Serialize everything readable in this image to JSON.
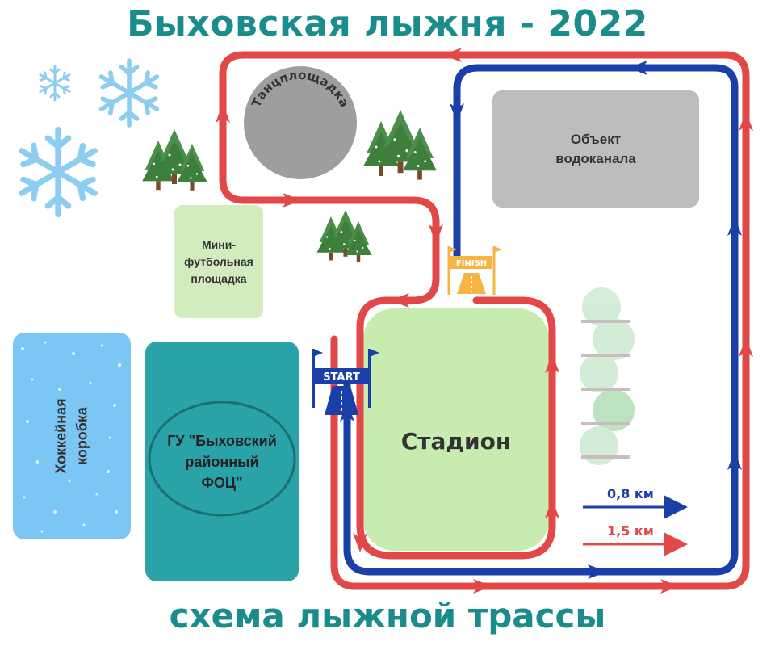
{
  "title": "Быховская лыжня - 2022",
  "subtitle": "схема лыжной трассы",
  "zones": {
    "water_object": {
      "line1": "Объект",
      "line2": "водоканала"
    },
    "mini_football": {
      "line1": "Мини-",
      "line2": "футбольная",
      "line3": "площадка"
    },
    "hockey_box": {
      "line1": "Хоккейная",
      "line2": "коробка"
    },
    "foc": {
      "line1": "ГУ \"Быховский",
      "line2": "районный",
      "line3": "ФОЦ\""
    },
    "stadium": "Стадион",
    "dance_floor": "Танцплощадка"
  },
  "signs": {
    "start": "START",
    "finish": "FINISH"
  },
  "legend": {
    "blue": {
      "label": "0,8 км",
      "color": "#1a3fa8"
    },
    "red": {
      "label": "1,5 км",
      "color": "#e24848"
    }
  },
  "colors": {
    "title": "#1b8c8c",
    "red_route": "#e24848",
    "blue_route": "#1a3fa8",
    "stadium_fill": "#c8ecb0",
    "water_object": "#bdbdbd",
    "foc_fill": "#2aa3a8",
    "hockey_fill": "#7cc6f5",
    "snowflake": "#8ccdf0",
    "tree_green": "#2f7d3c"
  },
  "icons": [
    "snowflake-icon",
    "tree-icon",
    "start-sign-icon",
    "finish-sign-icon",
    "arrow-icon"
  ]
}
